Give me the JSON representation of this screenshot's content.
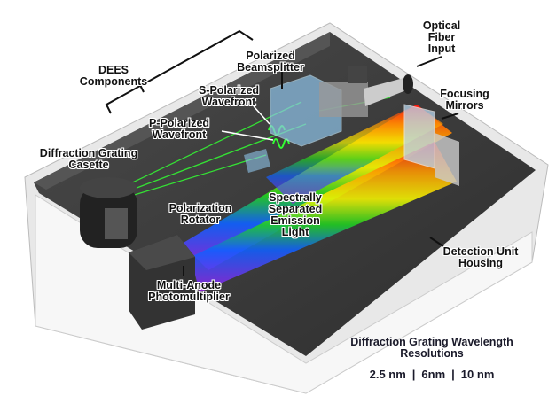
{
  "labels": {
    "dees_components": [
      "DEES",
      "Components"
    ],
    "polarized_beamsplitter": [
      "Polarized",
      "Beamsplitter"
    ],
    "optical_fiber_input": [
      "Optical",
      "Fiber",
      "Input"
    ],
    "s_polarized_wavefront": [
      "S-Polarized",
      "Wavefront"
    ],
    "focusing_mirrors": [
      "Focusing",
      "Mirrors"
    ],
    "p_polarized_wavefront": [
      "P-Polarized",
      "Wavefront"
    ],
    "diffraction_grating_casette": [
      "Diffraction Grating",
      "Casette"
    ],
    "polarization_rotator": [
      "Polarization",
      "Rotator"
    ],
    "spectrally_separated_emission_light": [
      "Spectrally",
      "Separated",
      "Emission",
      "Light"
    ],
    "detection_unit_housing": [
      "Detection Unit",
      "Housing"
    ],
    "multi_anode_photomultiplier": [
      "Multi-Anode",
      "Photomultiplier"
    ]
  },
  "resolutions": {
    "title": [
      "Diffraction Grating Wavelength",
      "Resolutions"
    ],
    "values": [
      "2.5 nm",
      "6nm",
      "10 nm"
    ],
    "separator": "|"
  },
  "colors": {
    "housing": "#f2f2f2",
    "floor": "#3a3a3a",
    "beam": "#33ff33"
  }
}
